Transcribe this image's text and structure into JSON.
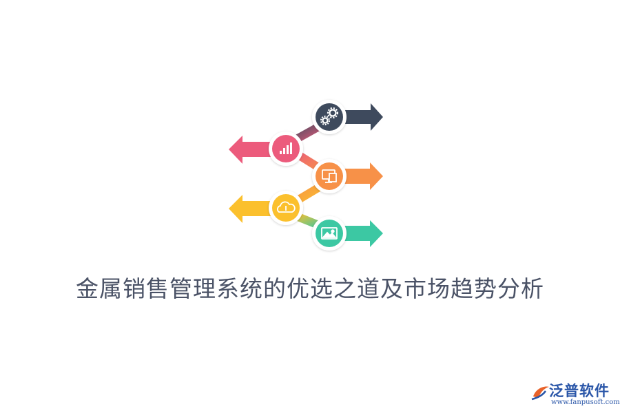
{
  "title": "金属销售管理系统的优选之道及市场趋势分析",
  "logo": {
    "name": "泛普软件",
    "url": "www.fanpusoft.com"
  },
  "steps": [
    {
      "icon": "gears-icon",
      "color": "#3e4a5d",
      "direction": "right"
    },
    {
      "icon": "bar-chart-icon",
      "color": "#ec5b7c",
      "direction": "left"
    },
    {
      "icon": "monitor-icon",
      "color": "#f79148",
      "direction": "right"
    },
    {
      "icon": "cloud-icon",
      "color": "#fbc02d",
      "direction": "left"
    },
    {
      "icon": "image-icon",
      "color": "#3cc8a3",
      "direction": "right"
    }
  ]
}
